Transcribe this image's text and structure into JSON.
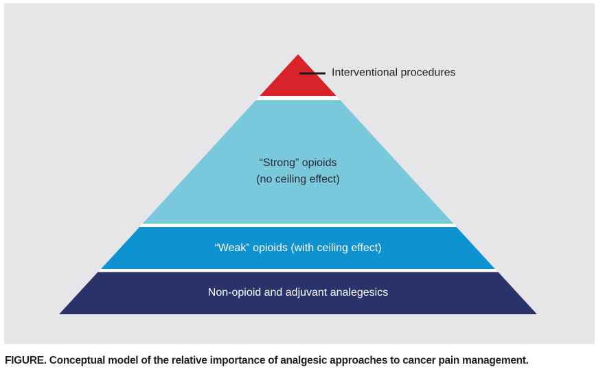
{
  "figure": {
    "panel_background": "#e6e6e8",
    "colors": {
      "silhouette_gap": "#ffffff",
      "callout_line": "#1a1a1a",
      "caption_text": "#231f20",
      "tier2_text": "#2b2b33",
      "light_text": "#ffffff"
    },
    "tiers": [
      {
        "id": "interventional",
        "label": "Interventional procedures",
        "color": "#d8232a"
      },
      {
        "id": "strong-opioids",
        "label_line1": "“Strong” opioids",
        "label_line2": "(no ceiling effect)",
        "color": "#7ac8dc"
      },
      {
        "id": "weak-opioids",
        "label": "“Weak” opioids (with ceiling effect)",
        "color": "#0f93d0"
      },
      {
        "id": "non-opioid",
        "label": "Non-opioid and adjuvant analegesics",
        "color": "#293269"
      }
    ],
    "caption": {
      "prefix": "FIGURE.",
      "text": "Conceptual model of the relative importance of analgesic approaches to cancer pain management."
    }
  }
}
